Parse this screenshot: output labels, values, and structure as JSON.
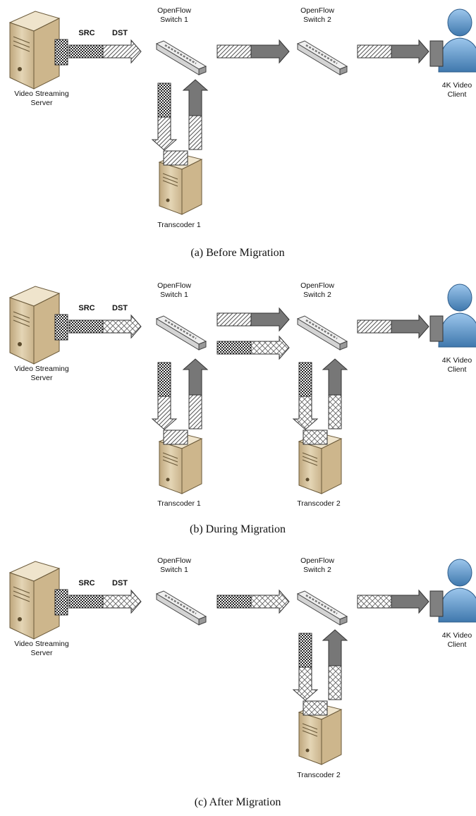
{
  "colors": {
    "server_body": "#d9c7a3",
    "server_face": "#c3ab80",
    "server_side": "#efe4cc",
    "switch_top": "#e8e8e8",
    "switch_side": "#9a9a9a",
    "client_fill": "#6ea4d6",
    "client_dark": "#3f78ad",
    "arrow_dark": "#777777",
    "box_gray": "#808080"
  },
  "labels": {
    "video_server": [
      "Video Streaming",
      "Server"
    ],
    "switch1": [
      "OpenFlow",
      "Switch 1"
    ],
    "switch2": [
      "OpenFlow",
      "Switch 2"
    ],
    "client": [
      "4K Video",
      "Client"
    ],
    "transcoder1": "Transcoder 1",
    "transcoder2": "Transcoder 2",
    "src": "SRC",
    "dst": "DST"
  },
  "panels": [
    {
      "id": "a",
      "caption": "(a)  Before Migration",
      "transcoders": [
        "transcoder1"
      ],
      "flows": [
        "server-to-switch1",
        "switch1-to-transcoder1",
        "transcoder1-to-switch1",
        "switch1-to-switch2",
        "switch2-to-client"
      ]
    },
    {
      "id": "b",
      "caption": "(b)  During Migration",
      "transcoders": [
        "transcoder1",
        "transcoder2"
      ],
      "flows": [
        "server-to-switch1",
        "switch1-to-transcoder1",
        "transcoder1-to-switch1",
        "switch1-to-switch2",
        "switch1-to-switch2",
        "switch2-to-transcoder2",
        "transcoder2-to-switch2",
        "switch2-to-client"
      ]
    },
    {
      "id": "c",
      "caption": "(c)  After Migration",
      "transcoders": [
        "transcoder2"
      ],
      "flows": [
        "server-to-switch1",
        "switch1-to-switch2",
        "switch2-to-transcoder2",
        "transcoder2-to-switch2",
        "switch2-to-client"
      ]
    }
  ]
}
